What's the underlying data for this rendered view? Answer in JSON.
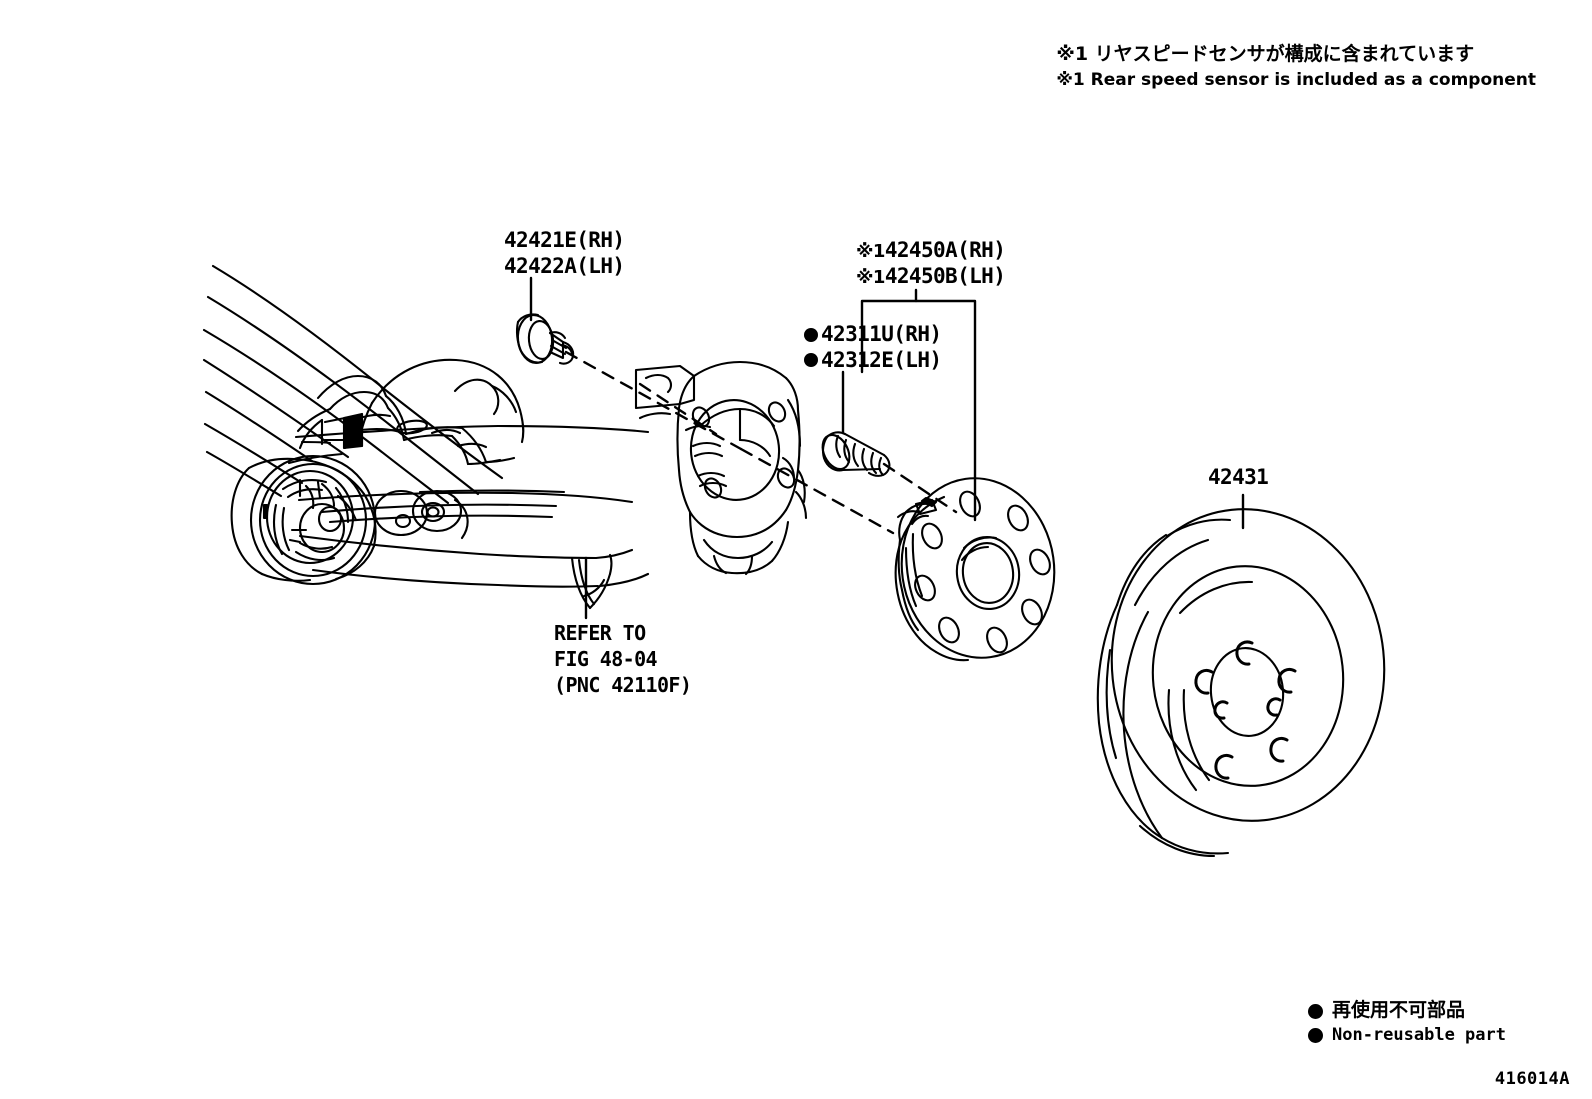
{
  "document": {
    "type": "automotive-parts-illustration",
    "figure_id": "416014A",
    "title_implicit": "Rear Axle Shaft & Hub"
  },
  "notes": {
    "jp": "※1 リヤスピードセンサが構成に含まれています",
    "en": "※1 Rear speed sensor is included as a component"
  },
  "callouts": {
    "hub_bolt": {
      "line1": "42421E(RH)",
      "line2": "42422A(LH)"
    },
    "bearing_assy": {
      "mark1": "※1",
      "line1": "42450A(RH)",
      "mark2": "※1",
      "line2": "42450B(LH)"
    },
    "stud_bolt": {
      "line1": "42311U(RH)",
      "line2": "42312E(LH)"
    },
    "brake_disc": {
      "line1": "42431"
    },
    "refer": {
      "line1": "REFER TO",
      "line2": "FIG 48-04",
      "line3": "(PNC 42110F)"
    }
  },
  "legend": {
    "jp": "再使用不可部品",
    "en": "Non-reusable part"
  },
  "icons": {
    "nonreusable_dot": "filled-circle-icon",
    "reference_star": "reference-asterisk-icon"
  },
  "colors": {
    "ink": "#000000",
    "paper": "#ffffff"
  }
}
